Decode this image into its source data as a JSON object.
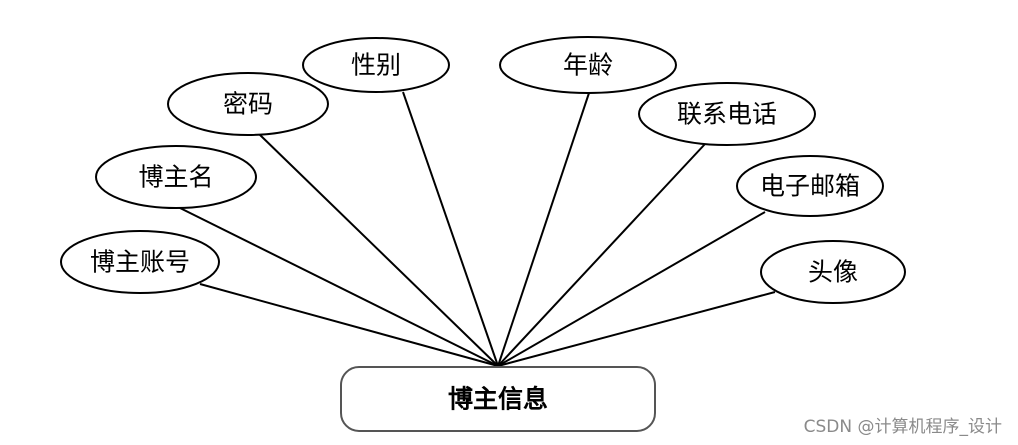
{
  "entity": {
    "name": "博主信息"
  },
  "attributes": [
    "博主账号",
    "博主名",
    "密码",
    "性别",
    "年龄",
    "联系电话",
    "电子邮箱",
    "头像"
  ],
  "watermark": "CSDN @计算机程序_设计",
  "colors": {
    "stroke": "#000000",
    "entity_border": "#555555",
    "watermark": "#8a8a8a",
    "background": "#ffffff"
  }
}
